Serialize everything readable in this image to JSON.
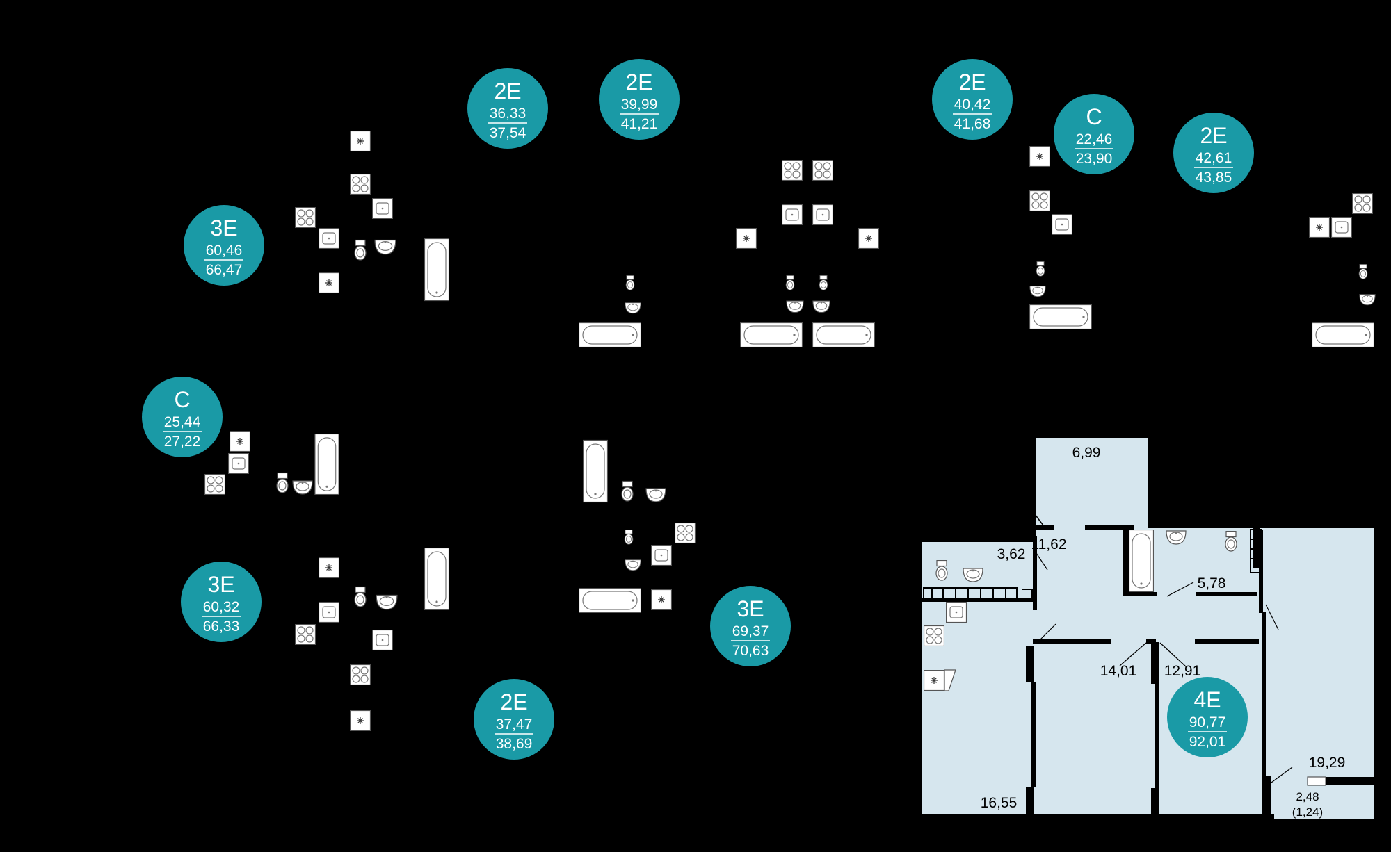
{
  "colors": {
    "background": "#000000",
    "badge": "#1a9aa6",
    "badge_text": "#ffffff",
    "highlight_room": "#d6e6ee",
    "fixture_fill": "#ffffff",
    "fixture_stroke": "#555555",
    "wall": "#000000",
    "room_label": "#000000"
  },
  "apartments": [
    {
      "id": "apt-2e-a",
      "type": "2E",
      "living_area": "36,33",
      "total_area": "37,54"
    },
    {
      "id": "apt-2e-b",
      "type": "2E",
      "living_area": "39,99",
      "total_area": "41,21"
    },
    {
      "id": "apt-2e-c",
      "type": "2E",
      "living_area": "40,42",
      "total_area": "41,68"
    },
    {
      "id": "apt-c-a",
      "type": "C",
      "living_area": "22,46",
      "total_area": "23,90"
    },
    {
      "id": "apt-2e-d",
      "type": "2E",
      "living_area": "42,61",
      "total_area": "43,85"
    },
    {
      "id": "apt-3e-a",
      "type": "3E",
      "living_area": "60,46",
      "total_area": "66,47"
    },
    {
      "id": "apt-c-b",
      "type": "C",
      "living_area": "25,44",
      "total_area": "27,22"
    },
    {
      "id": "apt-3e-b",
      "type": "3E",
      "living_area": "60,32",
      "total_area": "66,33"
    },
    {
      "id": "apt-3e-c",
      "type": "3E",
      "living_area": "69,37",
      "total_area": "70,63"
    },
    {
      "id": "apt-2e-e",
      "type": "2E",
      "living_area": "37,47",
      "total_area": "38,69"
    },
    {
      "id": "apt-4e",
      "type": "4E",
      "living_area": "90,77",
      "total_area": "92,01"
    }
  ],
  "highlighted_apartment": {
    "rooms": [
      {
        "id": "room-balcony-top",
        "area": "6,99"
      },
      {
        "id": "room-hall",
        "area": "11,62"
      },
      {
        "id": "room-wc-left",
        "area": "3,62"
      },
      {
        "id": "room-bathroom",
        "area": "5,78"
      },
      {
        "id": "room-bedroom-mid",
        "area": "14,01"
      },
      {
        "id": "room-bedroom-right",
        "area": "12,91"
      },
      {
        "id": "room-kitchen-living",
        "area": "16,55"
      },
      {
        "id": "room-living-large",
        "area": "19,29"
      },
      {
        "id": "room-balcony-small",
        "area": "2,48"
      },
      {
        "id": "room-balcony-small-reduced",
        "area": "(1,24)"
      }
    ]
  }
}
